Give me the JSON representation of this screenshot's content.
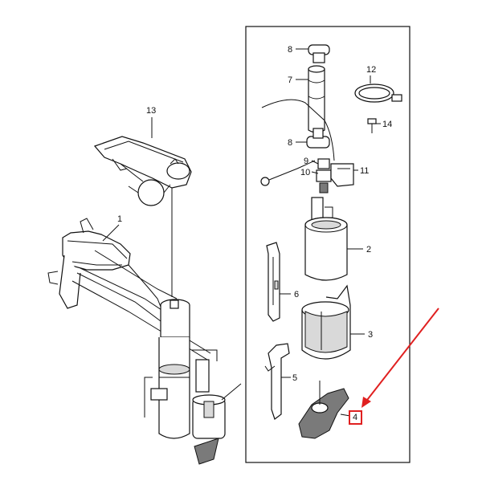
{
  "diagram": {
    "labels": {
      "p1": "1",
      "p2": "2",
      "p3": "3",
      "p4": "4",
      "p5": "5",
      "p6": "6",
      "p7": "7",
      "p8a": "8",
      "p8b": "8",
      "p9": "9",
      "p10": "10",
      "p11": "11",
      "p12": "12",
      "p13": "13",
      "p14": "14"
    },
    "colors": {
      "line": "#111111",
      "shade": "#d9d9d9",
      "dark": "#7a7a7a",
      "annotation": "#e02020"
    },
    "highlighted_part": "4"
  }
}
